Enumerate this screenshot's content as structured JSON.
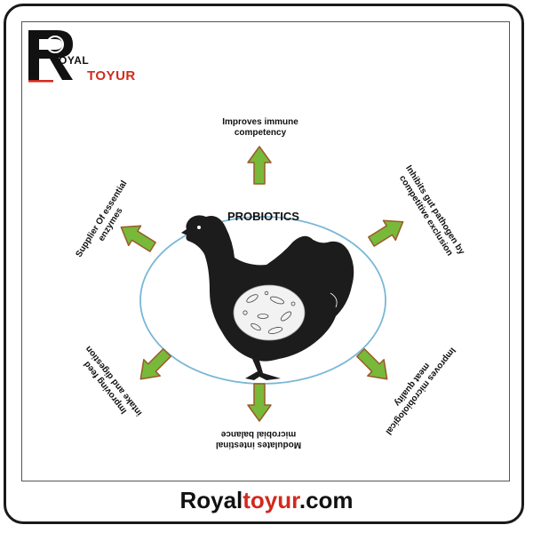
{
  "logo": {
    "word1": "OYAL",
    "word2": "TOYUR"
  },
  "diagram": {
    "center": "PROBIOTICS",
    "labels": {
      "top_line1": "Improves immune",
      "top_line2": "competency",
      "upper_right_line1": "Inhibits gut pathogen by",
      "upper_right_line2": "competitive exclusion",
      "lower_right_line1": "Improves microbiological",
      "lower_right_line2": "meat quality",
      "bottom_line1": "Modulates  intestinal",
      "bottom_line2": "microbial balance",
      "lower_left_line1": "Improving feed",
      "lower_left_line2": "intake and digestion",
      "upper_left_line1": "Supplier Of essential",
      "upper_left_line2": "enzymes"
    },
    "colors": {
      "arrow_fill": "#78b93a",
      "arrow_stroke": "#9a5a2a",
      "circle_stroke": "#7ab7d6"
    }
  },
  "footer": {
    "part1": "Royal",
    "part2": "toyur",
    "part3": ".com"
  }
}
